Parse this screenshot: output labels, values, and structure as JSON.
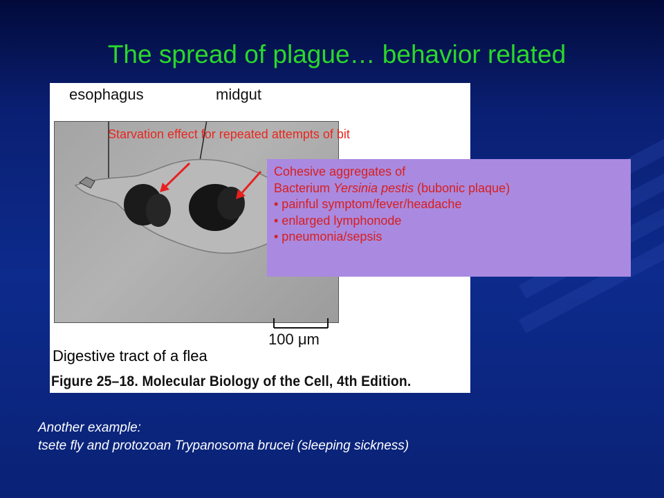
{
  "slide": {
    "title": "The spread of plague… behavior related",
    "figure": {
      "labels": {
        "esophagus": "esophagus",
        "midgut": "midgut",
        "scale_bar": "100 μm"
      },
      "annotation": "Starvation effect for repeated attempts of bit",
      "figure_title": "Digestive tract of a flea",
      "caption": "Figure 25–18. Molecular Biology of the Cell, 4th Edition."
    },
    "callout": {
      "line1": "Cohesive aggregates of",
      "line2_prefix": "Bacterium ",
      "line2_italic": "Yersinia pestis",
      "line2_suffix": " (bubonic plaque)",
      "bullets": [
        "• painful symptom/fever/headache",
        "• enlarged lymphonode",
        "• pneumonia/sepsis"
      ]
    },
    "footer": {
      "line1": "Another example:",
      "line2": "tsete fly and protozoan Trypanosoma brucei (sleeping sickness)"
    },
    "colors": {
      "background": "#0d2b8c",
      "title": "#2bd82b",
      "annotation": "#e8261f",
      "callout_bg": "#a98ae0",
      "callout_text": "#d81e1e"
    }
  }
}
